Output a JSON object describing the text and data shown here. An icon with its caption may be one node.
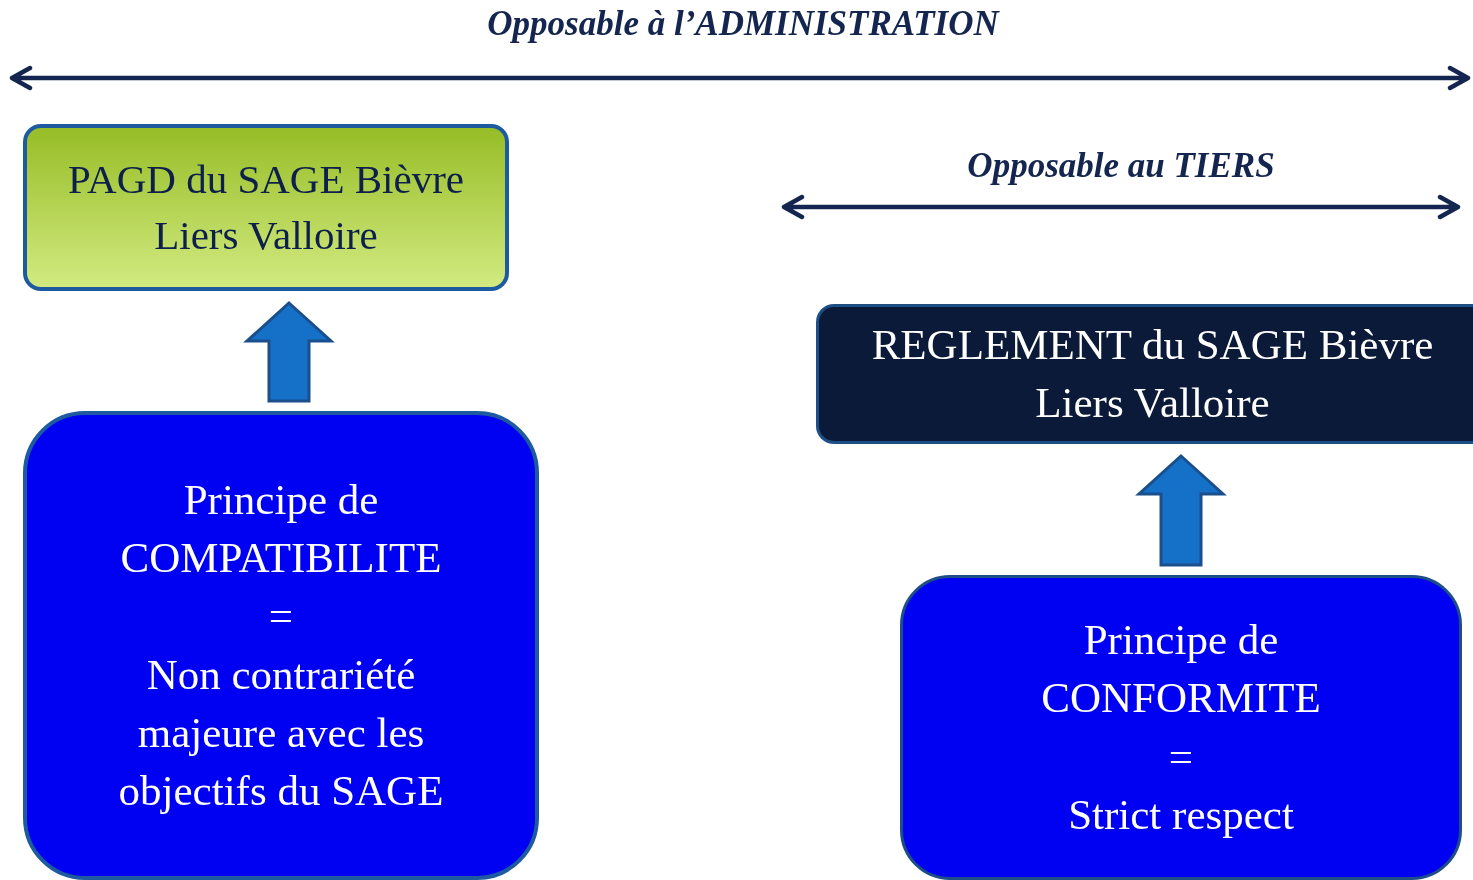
{
  "diagram": {
    "nodes": [
      {
        "text": [
          "PAGD du SAGE Bièvre Liers Valloire"
        ]
      },
      {
        "text": [
          "Principe de COMPATIBILITE",
          "=",
          "Non contrariété majeure avec les objectifs du SAGE"
        ]
      },
      {
        "text": [
          "REGLEMENT du SAGE Bièvre Liers Valloire"
        ]
      },
      {
        "text": [
          "Principe de CONFORMITE",
          "=",
          "Strict respect"
        ]
      }
    ],
    "edges": [
      {
        "from": 1,
        "to": 0,
        "arrow": "to"
      },
      {
        "from": 3,
        "to": 2,
        "arrow": "to"
      }
    ],
    "labels": [
      "Opposable à l’ADMINISTRATION",
      "Opposable au TIERS"
    ]
  }
}
